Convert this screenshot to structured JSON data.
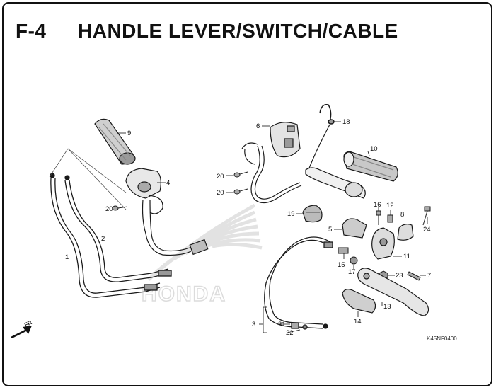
{
  "header": {
    "code": "F-4",
    "title": "HANDLE LEVER/SWITCH/CABLE"
  },
  "watermark": {
    "brand": "HONDA"
  },
  "direction_marker": {
    "label": "FR."
  },
  "diagram_code": "K45NF0400",
  "callouts": {
    "c1": "1",
    "c2": "2",
    "c3": "3",
    "c4": "4",
    "c5": "5",
    "c6": "6",
    "c7": "7",
    "c8": "8",
    "c9": "9",
    "c10": "10",
    "c11": "11",
    "c12": "12",
    "c13": "13",
    "c14": "14",
    "c15": "15",
    "c16": "16",
    "c17": "17",
    "c18": "18",
    "c19": "19",
    "c20a": "20",
    "c20b": "20",
    "c20c": "20",
    "c21": "21",
    "c22": "22",
    "c23": "23",
    "c24": "24"
  },
  "colors": {
    "line": "#1a1a1a",
    "watermark": "#e6e6e6",
    "part_fill": "#bdbdbd"
  }
}
